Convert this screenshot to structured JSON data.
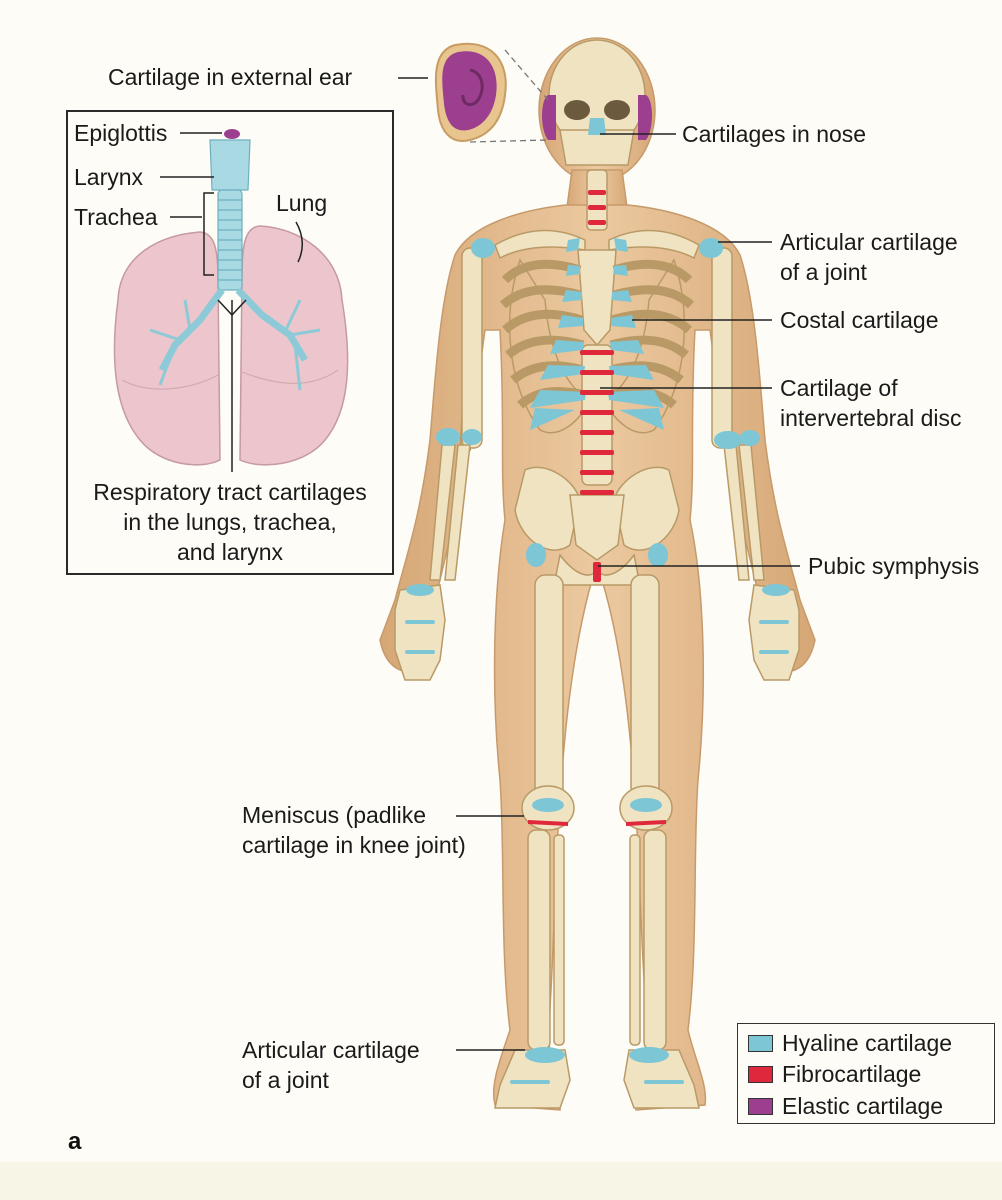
{
  "labels": {
    "external_ear": "Cartilage in external ear",
    "nose": "Cartilages in nose",
    "articular_shoulder_line1": "Articular cartilage",
    "articular_shoulder_line2": "of a joint",
    "costal": "Costal cartilage",
    "intervertebral_line1": "Cartilage of",
    "intervertebral_line2": "intervertebral disc",
    "pubic": "Pubic symphysis",
    "meniscus_line1": "Meniscus (padlike",
    "meniscus_line2": "cartilage in knee joint)",
    "articular_ankle_line1": "Articular cartilage",
    "articular_ankle_line2": "of a joint"
  },
  "inset": {
    "epiglottis": "Epiglottis",
    "larynx": "Larynx",
    "trachea": "Trachea",
    "lung": "Lung",
    "caption_line1": "Respiratory tract cartilages",
    "caption_line2": "in the lungs, trachea,",
    "caption_line3": "and larynx"
  },
  "legend": [
    {
      "label": "Hyaline cartilage",
      "color": "#7cc6d6"
    },
    {
      "label": "Fibrocartilage",
      "color": "#e0283c"
    },
    {
      "label": "Elastic cartilage",
      "color": "#9b3f8e"
    }
  ],
  "panel_letter": "a",
  "colors": {
    "hyaline": "#7cc6d6",
    "fibro": "#e0283c",
    "elastic": "#9b3f8e",
    "bone": "#efe3c2",
    "skin": "#e2b98c",
    "lung": "#ecc6cc"
  }
}
